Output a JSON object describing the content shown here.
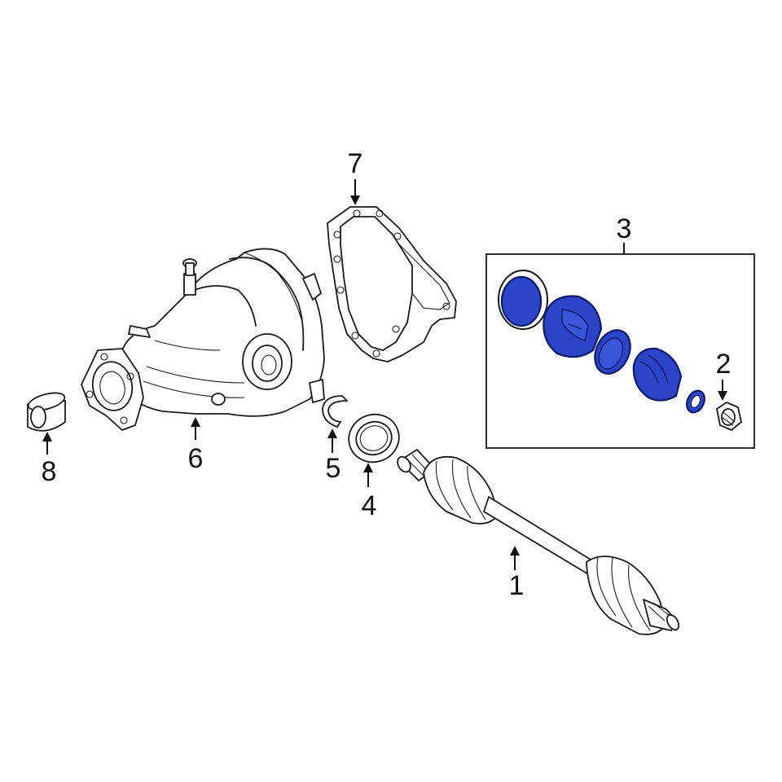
{
  "callouts": {
    "c1": "1",
    "c2": "2",
    "c3": "3",
    "c4": "4",
    "c5": "5",
    "c6": "6",
    "c7": "7",
    "c8": "8"
  },
  "colors": {
    "highlight_fill": "#2b44c8",
    "highlight_stroke": "#0b1a6b",
    "line": "#1a1a1a",
    "background": "#ffffff"
  }
}
